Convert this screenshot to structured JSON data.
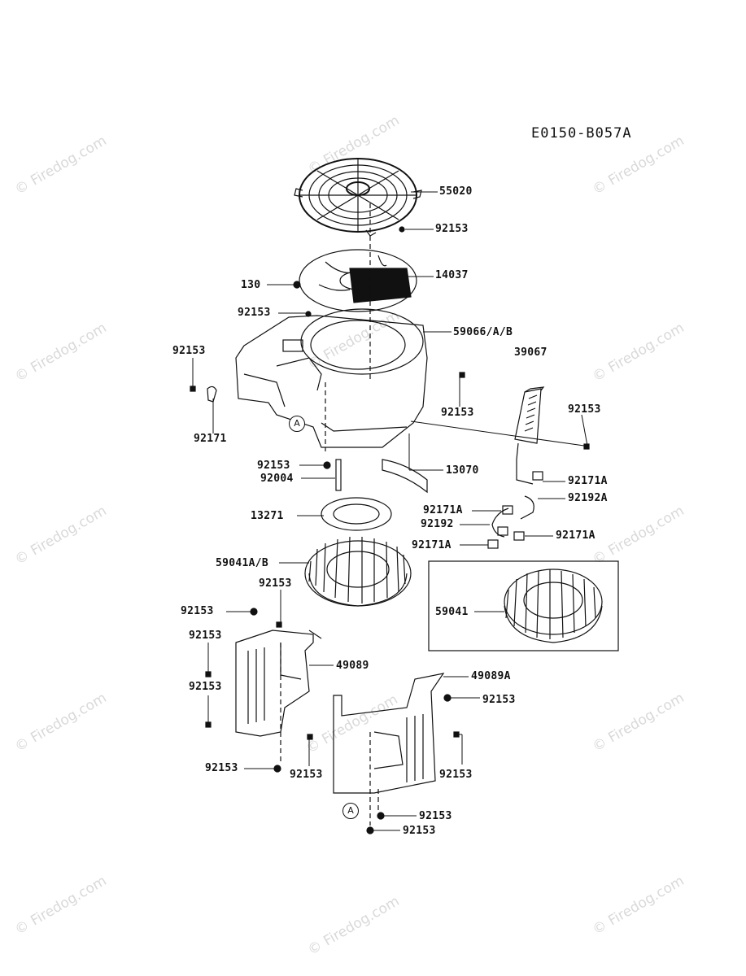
{
  "diagram_code": "E0150-B057A",
  "watermark": "© Firedog.com",
  "ref_marker": "A",
  "labels": {
    "p55020": "55020",
    "p92153_a": "92153",
    "p130": "130",
    "p14037": "14037",
    "p92153_b": "92153",
    "p59066": "59066/A/B",
    "p92153_c": "92153",
    "p39067": "39067",
    "p92153_d": "92153",
    "p92153_e": "92153",
    "p92171": "92171",
    "p92153_f": "92153",
    "p92004": "92004",
    "p13070": "13070",
    "p92171A_a": "92171A",
    "p92192A": "92192A",
    "p13271": "13271",
    "p92171A_b": "92171A",
    "p92192": "92192",
    "p92171A_c": "92171A",
    "p92171A_d": "92171A",
    "p59041AB": "59041A/B",
    "p92153_g": "92153",
    "p92153_h": "92153",
    "p59041": "59041",
    "p92153_i": "92153",
    "p49089": "49089",
    "p49089A": "49089A",
    "p92153_j": "92153",
    "p92153_k": "92153",
    "p92153_l": "92153",
    "p92153_m": "92153",
    "p92153_n": "92153",
    "p92153_o": "92153",
    "p92153_p": "92153"
  },
  "colors": {
    "ink": "#111111",
    "watermark": "#d9d9d9"
  }
}
